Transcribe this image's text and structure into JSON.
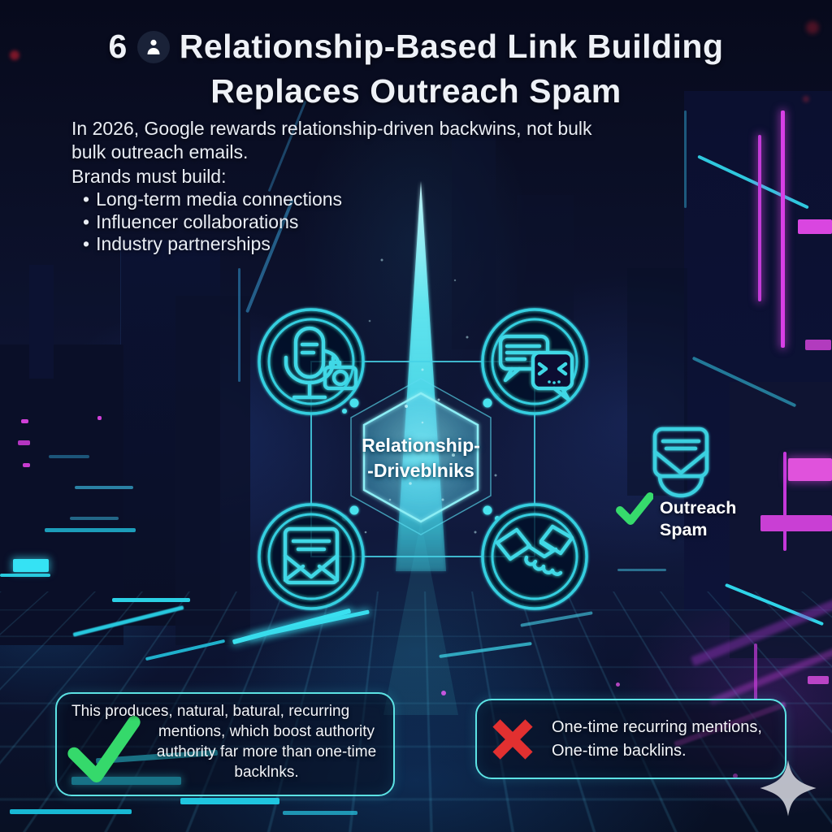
{
  "title": {
    "number": "6",
    "badge_icon": "person-icon",
    "line1": "Relationship-Based Link Building",
    "line2": "Replaces Outreach Spam"
  },
  "intro": {
    "line1": "In 2026, Google rewards relationship-driven backwins, not bulk",
    "line2": "bulk outreach emails.",
    "line3": "Brands must build:",
    "bullet_glyph": "•",
    "bullets": [
      "Long-term media connections",
      "Influencer collaborations",
      "Industry partnerships"
    ]
  },
  "diagram": {
    "hexagon": {
      "line1": "Relationship-",
      "line2": "-Driveblniks"
    },
    "node_icons": [
      "microphone-camera-icon",
      "chat-bubbles-icon",
      "envelope-icon",
      "handshake-icon"
    ]
  },
  "outreach_label": {
    "icon": "mail-envelope-icon",
    "mark_icon": "green-check-icon",
    "line1": "Outreach",
    "line2": "Spam"
  },
  "benefit_box": {
    "mark_icon": "green-check-icon",
    "line1": "This produces, natural, batural, recurring",
    "line2": "mentions, which boost authority",
    "line3": "authority far more than one-time",
    "line4": "backlnks."
  },
  "drawback_box": {
    "mark_icon": "red-x-icon",
    "line1": "One-time recurring mentions,",
    "line2": "One-time backlins."
  },
  "decor": {
    "corner_icon": "sparkle-icon"
  },
  "colors": {
    "background": "#0a0e24",
    "cyan": "#3fd8e6",
    "magenta": "#d83fe6",
    "pink": "#e052dc",
    "green": "#35d96b",
    "red": "#e23030",
    "beam": "#52dfec",
    "text": "#f0f2f6"
  }
}
